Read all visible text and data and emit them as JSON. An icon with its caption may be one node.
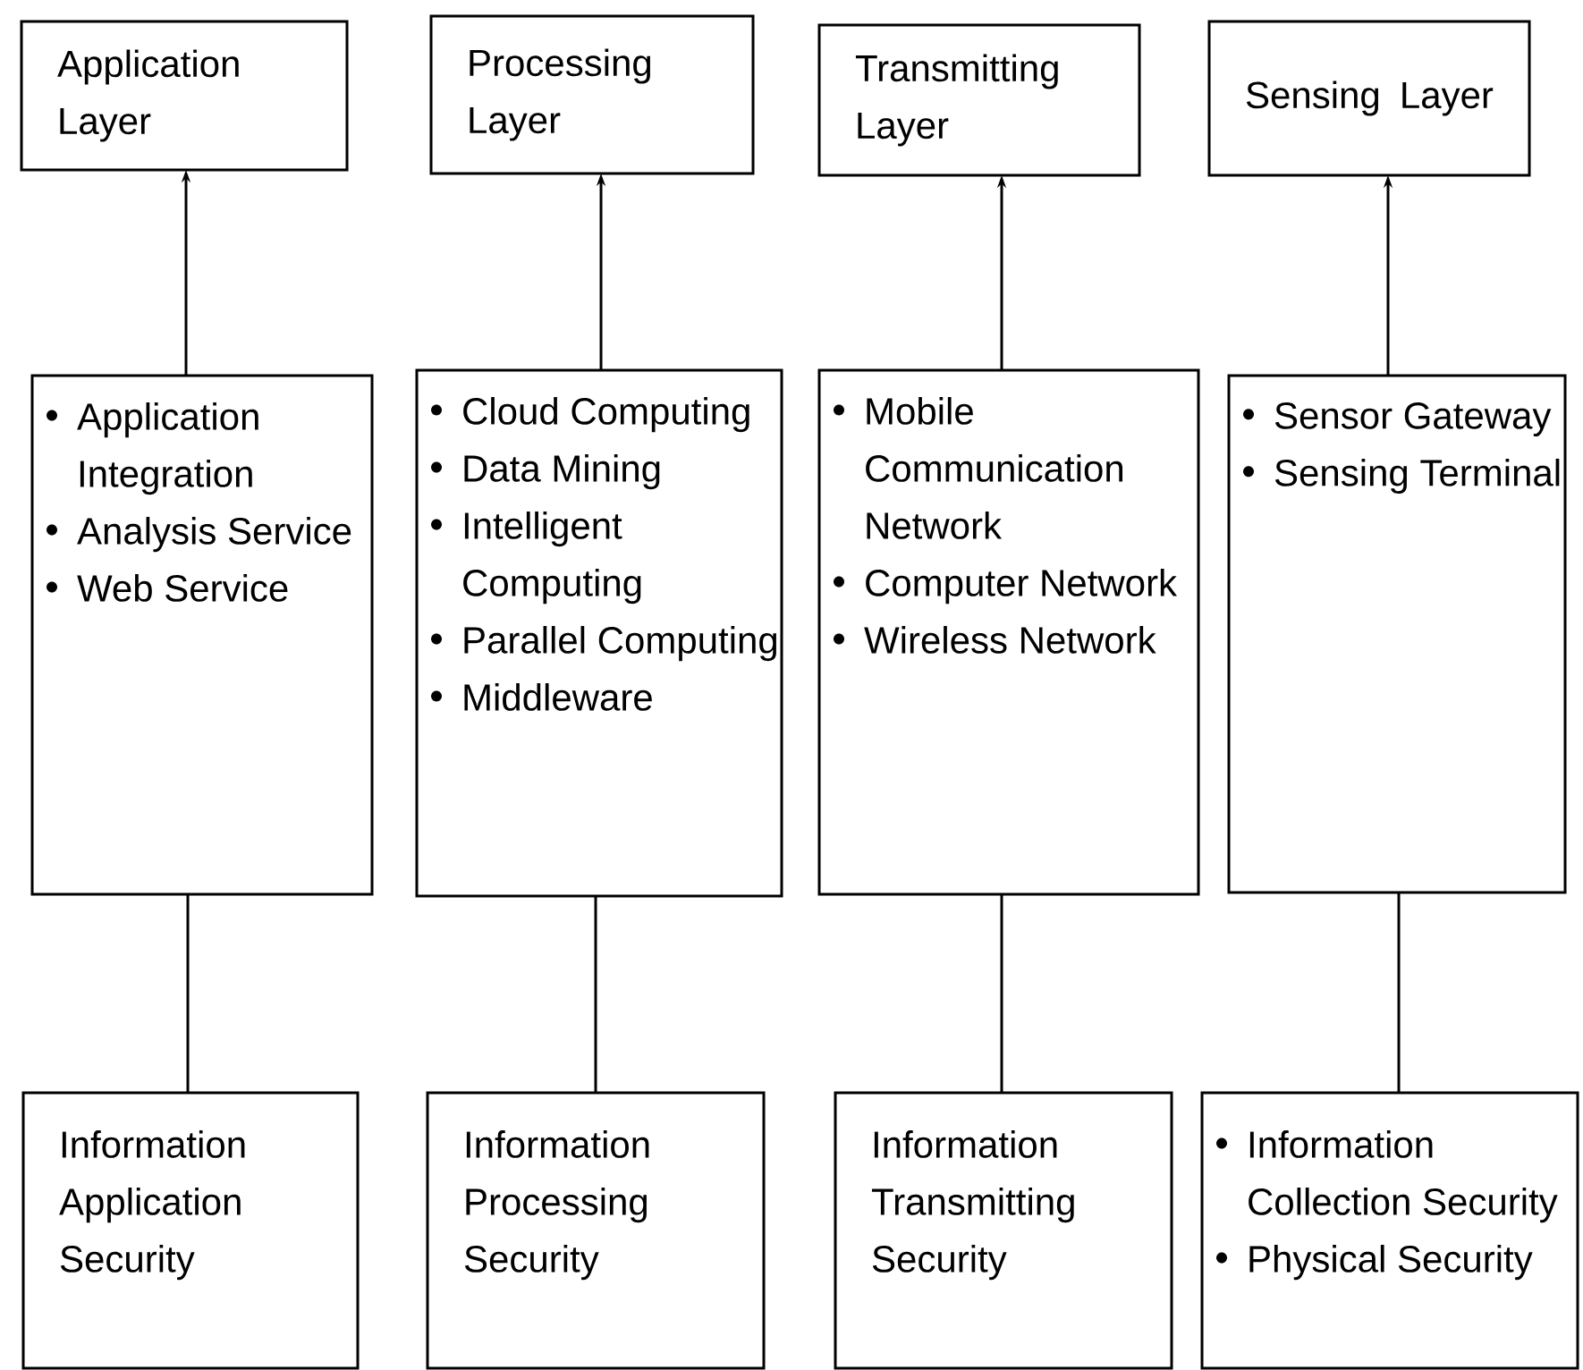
{
  "diagram": {
    "nodes": [
      {
        "text": [
          "Application Layer"
        ]
      },
      {
        "text": [
          "Processing Layer"
        ]
      },
      {
        "text": [
          "Transmitting Layer"
        ]
      },
      {
        "text": [
          "Sensing Layer"
        ]
      },
      {
        "text": [
          "Application Integration",
          "Analysis Service",
          "Web Service"
        ]
      },
      {
        "text": [
          "Cloud Computing",
          "Data Mining",
          "Intelligent Computing",
          "Parallel Computing",
          "Middleware"
        ]
      },
      {
        "text": [
          "Mobile Communication Network",
          "Computer Network",
          "Wireless Network"
        ]
      },
      {
        "text": [
          "Sensor Gateway",
          "Sensing Terminal"
        ]
      },
      {
        "text": [
          "Information Application Security"
        ]
      },
      {
        "text": [
          "Information Processing Security"
        ]
      },
      {
        "text": [
          "Information Transmitting Security"
        ]
      },
      {
        "text": [
          "Information Collection Security",
          "Physical Security"
        ]
      }
    ],
    "edges": [
      {
        "from": 4,
        "to": 0,
        "arrow": "to"
      },
      {
        "from": 5,
        "to": 1,
        "arrow": "to"
      },
      {
        "from": 6,
        "to": 2,
        "arrow": "to"
      },
      {
        "from": 7,
        "to": 3,
        "arrow": "to"
      },
      {
        "from": 4,
        "to": 8,
        "arrow": "none"
      },
      {
        "from": 5,
        "to": 9,
        "arrow": "none"
      },
      {
        "from": 6,
        "to": 10,
        "arrow": "none"
      },
      {
        "from": 7,
        "to": 11,
        "arrow": "none"
      }
    ]
  }
}
